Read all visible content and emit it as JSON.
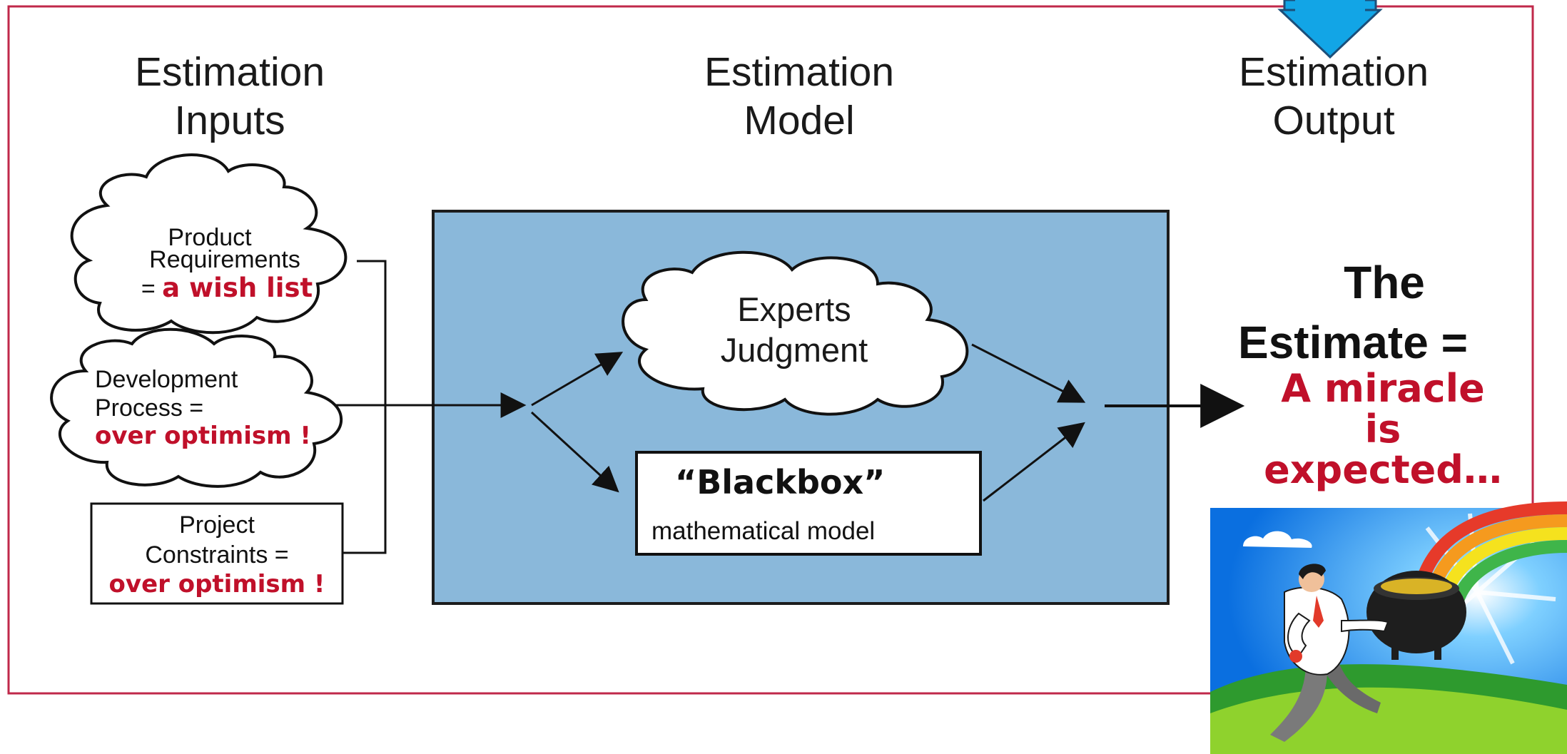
{
  "colors": {
    "frame": "#c0284a",
    "model_box": "#8ab8da",
    "highlight": "#c0102a",
    "indicator_arrow": "#12a5e6"
  },
  "headers": {
    "inputs": [
      "Estimation",
      "Inputs"
    ],
    "model": [
      "Estimation",
      "Model"
    ],
    "output": [
      "Estimation",
      "Output"
    ]
  },
  "inputs": {
    "product": {
      "lines": [
        "Product",
        "Requirements"
      ],
      "prefix": "= ",
      "highlight": "a wish list"
    },
    "process": {
      "lines": [
        "Development",
        "Process ="
      ],
      "highlight": "over optimism !"
    },
    "constraints": {
      "lines": [
        "Project",
        "Constraints ="
      ],
      "highlight": "over optimism !"
    }
  },
  "model": {
    "experts": [
      "Experts",
      "Judgment"
    ],
    "blackbox": {
      "title": "“Blackbox”",
      "subtitle": "mathematical model"
    }
  },
  "output": {
    "title": [
      "The",
      "Estimate ="
    ],
    "miracle": [
      "A miracle",
      "is",
      "expected…"
    ]
  },
  "icons": [
    "down-arrow-icon",
    "businessman-with-pot-of-gold-icon",
    "rainbow-icon",
    "cloud-icon"
  ]
}
